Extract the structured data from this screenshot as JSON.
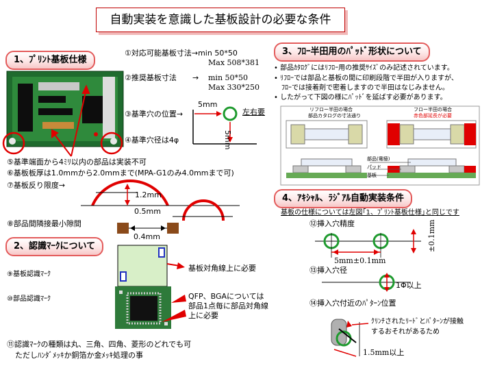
{
  "title": "自動実装を意識した基板設計の必要な条件",
  "sections": {
    "s1": "1、ﾌﾟﾘﾝﾄ基板仕様",
    "s2": "2、認識ﾏｰｸについて",
    "s3": "3、ﾌﾛｰ半田用のﾊﾟｯﾄﾞ形状について",
    "s4": "4、ｱｷｼｬﾙ、ﾗｼﾞｱﾙ自動実装条件"
  },
  "spec": {
    "line1": "①対応可能基板寸法→min 50*50",
    "line1b": "Max 508*381",
    "line2a": "②推奨基板寸法",
    "line2arrow": "→",
    "line2b": "min 50*50",
    "line2c": "Max 330*250",
    "line3": "③基準穴の位置→",
    "line4": "④基準穴径は4φ",
    "dim_5mm_h": "5mm",
    "dim_5mm_v": "5mm",
    "left_right": "左右要",
    "line5": "⑤基準端面から4ﾐﾘ以内の部品は実装不可",
    "line6": "⑥基板板厚は1.0mmから2.0mmまで(MPA-G1のみ4.0mmまで可)",
    "line7": "⑦基板反り限度→",
    "dim_1_2": "1.2mm",
    "dim_0_5": "0.5mm",
    "line8": "⑧部品間隣接最小隙間",
    "dim_0_4": "0.4mm"
  },
  "recog": {
    "line9": "⑨基板認識ﾏｰｸ",
    "line9_note": "基板対角線上に必要",
    "line10": "⑩部品認識ﾏｰｸ",
    "line10_note1": "QFP、BGAについては",
    "line10_note2": "部品1点毎に部品対角線",
    "line10_note3": "上に必要",
    "line11a": "⑪認識ﾏｰｸの種類は丸、三角、四角、菱形のどれでも可",
    "line11b": "ただしﾊﾝﾀﾞﾒｯｷか銅箔か金ﾒｯｷ処理の事"
  },
  "flow": {
    "b1": "部品ｶﾀﾛｸﾞにはﾘﾌﾛｰ用の推奨ｻｲｽﾞのみ記述されています。",
    "b2a": "ﾘﾌﾛｰでは部品と基板の間に印刷段階で半田が入りますが、",
    "b2b": "ﾌﾛｰでは接着剤で密着しますので半田はなじみません。",
    "b3": "したがって下図の様にﾊﾟｯﾄﾞを延ばす必要があります。",
    "fig_left_title": "リフロー半田の場合",
    "fig_left_sub": "部品カタログの寸法通り",
    "fig_right_title": "フロー半田の場合",
    "fig_right_sub": "赤色部延長が必要",
    "lbl_part": "部品(電極)",
    "lbl_pad": "パッド",
    "lbl_board": "基板"
  },
  "axial": {
    "intro": "基板の仕様については左図｢1、ﾌﾟﾘﾝﾄ基板仕様｣と同じです",
    "line12": "⑫挿入穴精度",
    "dim_pitch": "5mm±0.1mm",
    "dim_vert": "±0.1mm",
    "line13": "⑬挿入穴径",
    "dim_hole": "1Φ以上",
    "line14": "⑭挿入穴付近のﾊﾟﾀｰﾝ位置",
    "note1": "ｸﾘﾝﾁされたﾘｰﾄﾞとﾊﾟﾀｰﾝが接触",
    "note2": "するおそれがあるため",
    "dim_clear": "1.5mm以上"
  },
  "colors": {
    "accent_red": "#e00000",
    "board_green": "#1f6b2e",
    "hole_green": "#1e9a2e"
  }
}
